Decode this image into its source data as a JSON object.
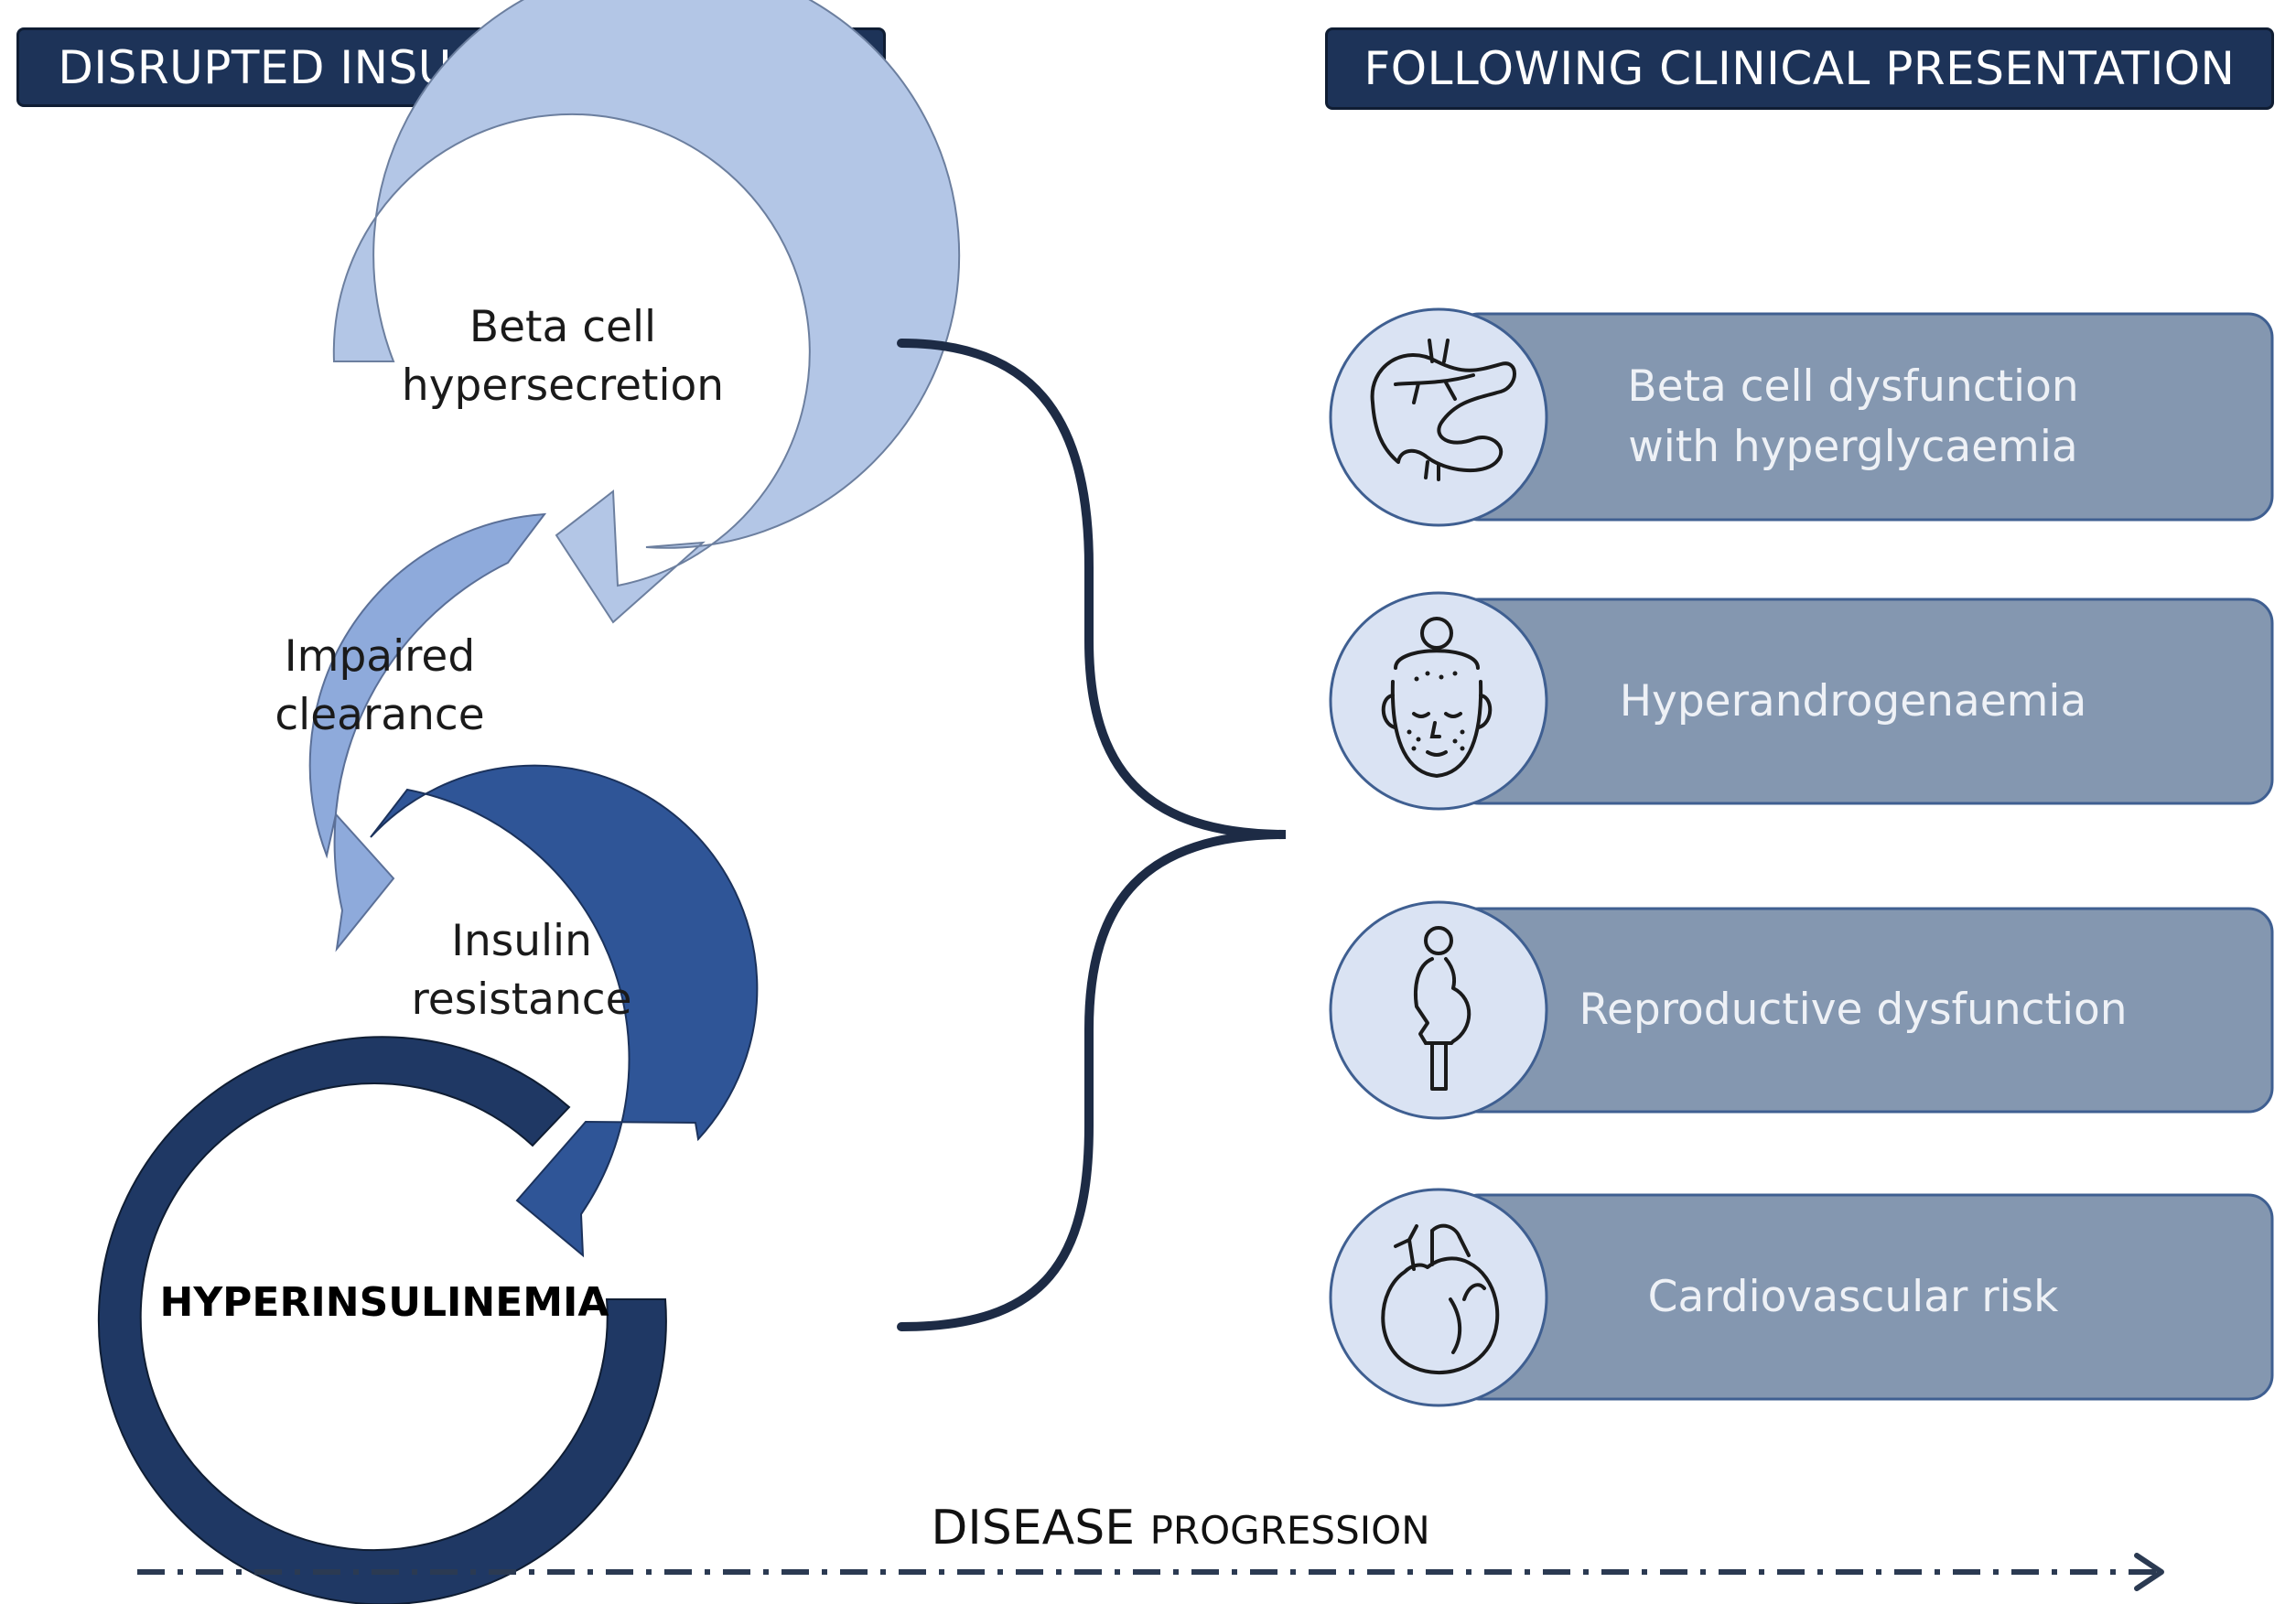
{
  "headers": {
    "left": "DISRUPTED INSULIN METABOLISM",
    "right": "FOLLOWING CLINICAL PRESENTATION"
  },
  "cycle": {
    "beta_line1": "Beta cell",
    "beta_line2": "hypersecretion",
    "impaired_line1": "Impaired",
    "impaired_line2": "clearance",
    "resistance_line1": "Insulin",
    "resistance_line2": "resistance",
    "hyper": "HYPERINSULINEMIA"
  },
  "presentations": [
    {
      "line1": "Beta cell dysfunction",
      "line2": "with hyperglycaemia",
      "icon": "pancreas-icon"
    },
    {
      "line1": "Hyperandrogenaemia",
      "line2": "",
      "icon": "face-acne-icon"
    },
    {
      "line1": "Reproductive dysfunction",
      "line2": "",
      "icon": "pregnant-woman-icon"
    },
    {
      "line1": "Cardiovascular risk",
      "line2": "",
      "icon": "heart-icon"
    }
  ],
  "progress": {
    "word1": "DISEASE",
    "word2": "PROGRESSION"
  },
  "colors": {
    "header": "#1d3358",
    "arrow_beta": "#b3c6e6",
    "arrow_impaired": "#8eaadb",
    "arrow_resistance": "#2f5597",
    "arrow_hyper": "#1f3864",
    "card": "#8497b0",
    "icon_circle": "#dae3f3"
  }
}
